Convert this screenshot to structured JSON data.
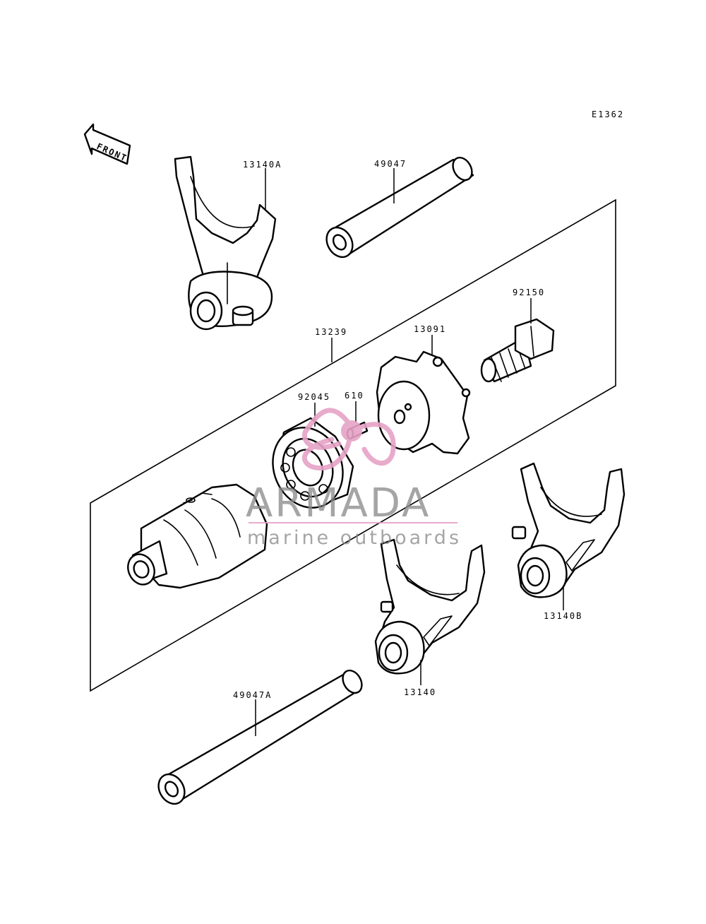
{
  "diagram": {
    "ref_code": "E1362",
    "front_label": "FRONT",
    "parts": {
      "shift_fork_a": "13140A",
      "shaft_upper": "49047",
      "bolt": "92150",
      "shift_drum": "13239",
      "cam_plate": "13091",
      "bearing": "92045",
      "pin": "610",
      "shift_fork_b": "13140B",
      "shift_fork": "13140",
      "shaft_lower": "49047A"
    }
  },
  "watermark": {
    "brand": "ARMADA",
    "tagline": "marine outboards",
    "colors": {
      "accent": "#e6a2c6",
      "gray": "#8a8a8a"
    }
  }
}
